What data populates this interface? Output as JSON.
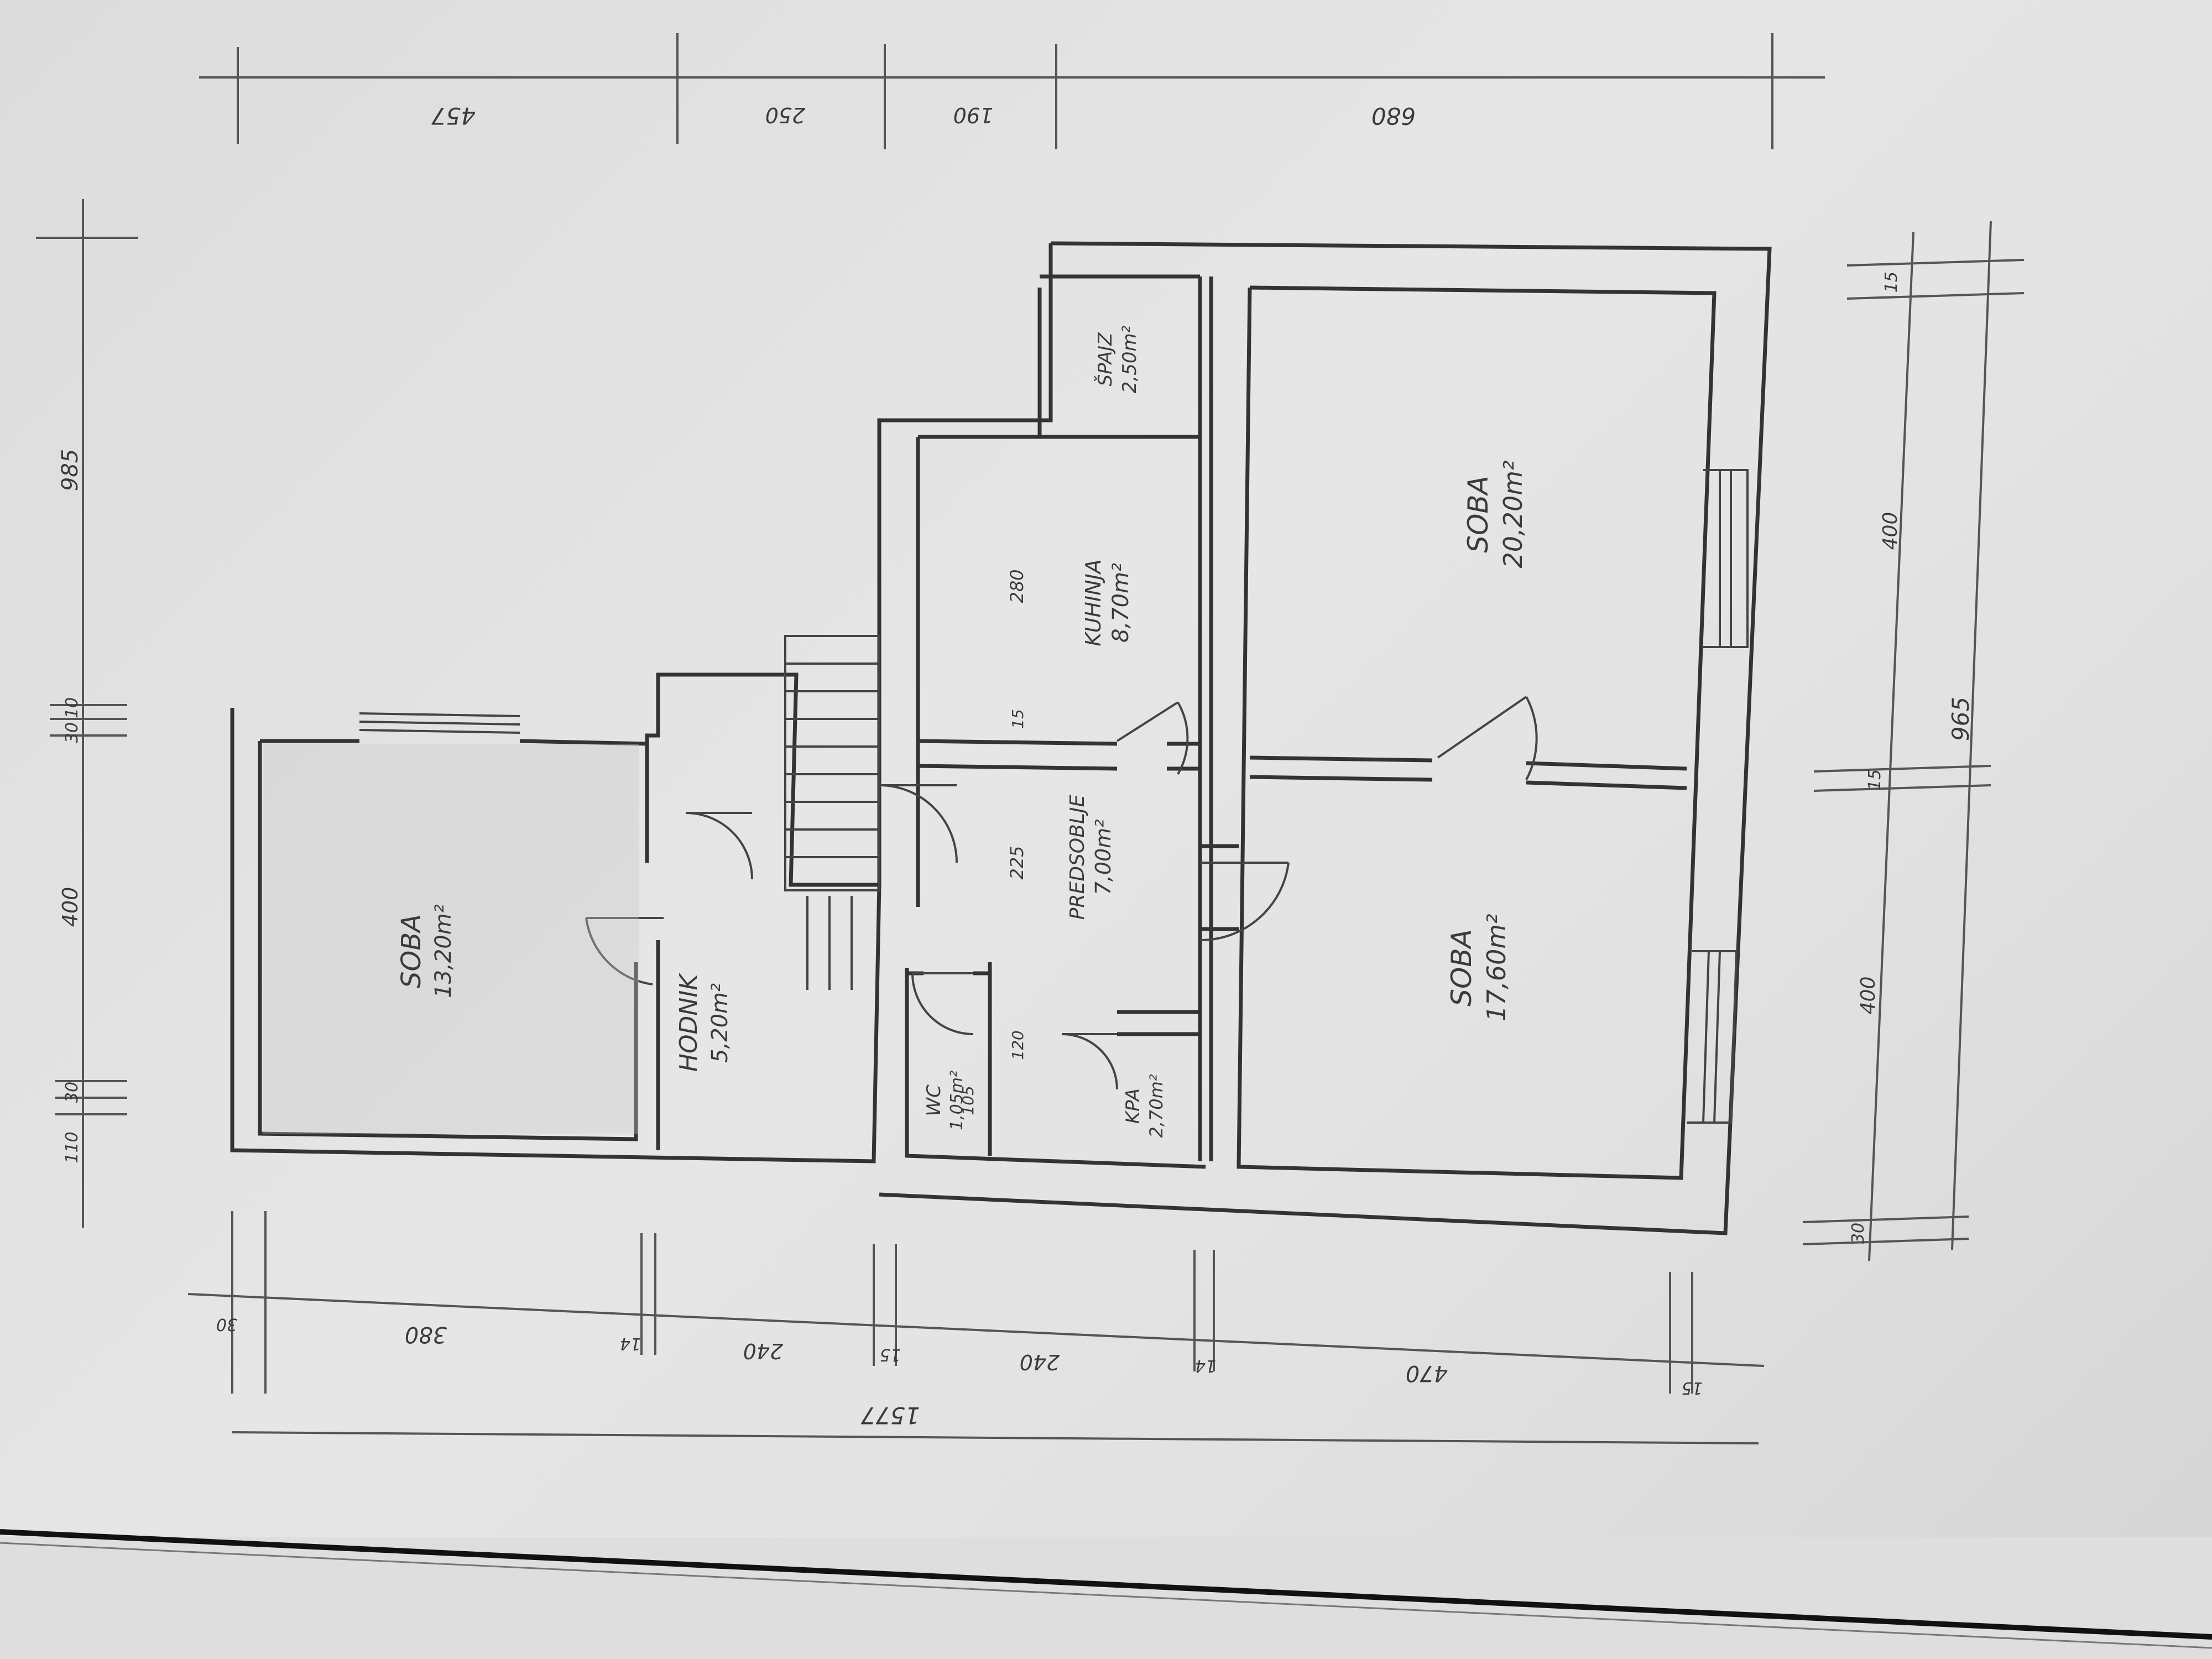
{
  "rooms": [
    {
      "id": "soba-left",
      "name": "SOBA",
      "area": "13,20m²"
    },
    {
      "id": "hodnik",
      "name": "HODNIK",
      "area": "5,20m²"
    },
    {
      "id": "wc",
      "name": "WC",
      "area": "1,05m²"
    },
    {
      "id": "kupaonica",
      "name": "KPA",
      "area": "2,70m²"
    },
    {
      "id": "predsoblje",
      "name": "PREDSOBLJE",
      "area": "7,00m²"
    },
    {
      "id": "kuhinja",
      "name": "KUHINJA",
      "area": "8,70m²"
    },
    {
      "id": "spajz",
      "name": "ŠPAJZ",
      "area": "2,50m²"
    },
    {
      "id": "soba-top",
      "name": "SOBA",
      "area": "20,20m²"
    },
    {
      "id": "soba-bottom",
      "name": "SOBA",
      "area": "17,60m²"
    }
  ],
  "dims_top": [
    "457",
    "250",
    "190",
    "680"
  ],
  "dims_left": [
    "985",
    "10",
    "30",
    "400",
    "30",
    "110"
  ],
  "dims_bottom": [
    "30",
    "380",
    "14",
    "240",
    "15",
    "240",
    "14",
    "470",
    "15"
  ],
  "dims_bottom_total": "1577",
  "dims_right": [
    "15",
    "400",
    "15",
    "400",
    "30"
  ],
  "dims_right_total": "965",
  "dims_inner": [
    "280",
    "15",
    "225",
    "105",
    "120"
  ],
  "colors": {
    "paper": "#e2e2e2",
    "ink": "#333333"
  }
}
